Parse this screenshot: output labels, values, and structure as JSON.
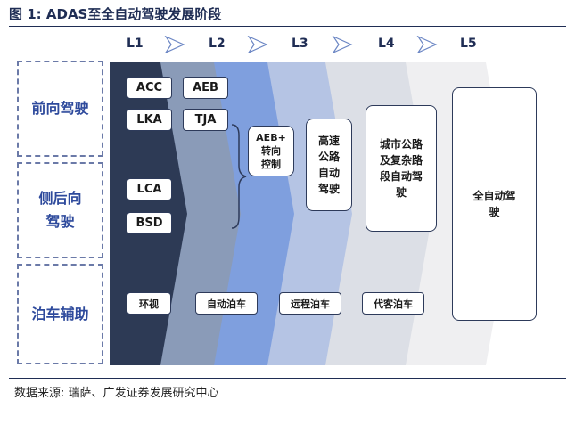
{
  "title": "图 1:  ADAS至全自动驾驶发展阶段",
  "levels": [
    "L1",
    "L2",
    "L3",
    "L4",
    "L5"
  ],
  "categories": [
    "前向驾驶",
    "侧后向驾驶",
    "泊车辅助"
  ],
  "features": {
    "acc": "ACC",
    "aeb": "AEB",
    "lka": "LKA",
    "tja": "TJA",
    "lca": "LCA",
    "bsd": "BSD"
  },
  "stage_boxes": {
    "l2": "AEB+\n转向\n控制",
    "l3": "高速\n公路\n自动\n驾驶",
    "l4": "城市公路\n及复杂路\n段自动驾\n驶",
    "l5": "全自动驾\n驶"
  },
  "parking": [
    "环视",
    "自动泊车",
    "远程泊车",
    "代客泊车"
  ],
  "colors": {
    "band1": "#2d3a55",
    "band2": "#8a9bb8",
    "band3": "#7f9fde",
    "band4": "#b5c4e4",
    "band5": "#dcdfe6",
    "band6": "#efeff1"
  },
  "source": "数据来源: 瑞萨、广发证券发展研究中心"
}
